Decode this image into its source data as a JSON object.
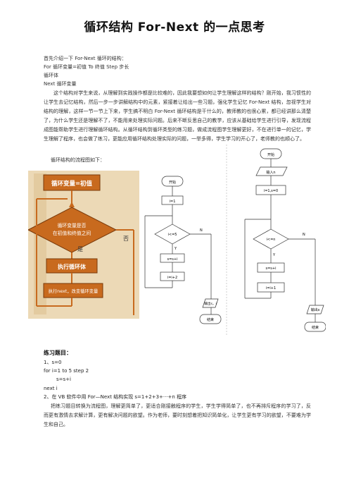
{
  "title": "循环结构 For-Next 的一点思考",
  "intro": {
    "l1": "首先介绍一下 For-Next 循环的结构：",
    "l2": "For  循环变量=初值  To  终值  Step  步长",
    "l3": "循环体",
    "l4": "Next  循环变量"
  },
  "paragraph1": "这个结构对学生来说，从理解到实践操作都是比较难的，因此我要想如何让学生理解这样的结构？刚开始，我习惯性的让学生去记忆结构，然后一步一步讲解结构中的元素，紧接着让给出一些习题，强化学生记忆 For-Next 结构，忽视学生对结构的理解，这样一节一节上下来，学生搞不明白 For-Next 循环结构是干什么的，教师教的也很心累，都已经讲那么清楚了，为什么学生还是理解不了，不能用来处理实际问题。后来不断反思自己的教学，应该从基础给学生进行引导，发现流程成图能帮助学生进行理解循环结构。从循环结构到循环类型的练习题，做成流程图学生理解更好，不在进行单一的记忆，学生理解了程序，也会做了练习，更能应用循环结构处理实际的问题，一举多得，学生学习的开心了，老师教的也顺心了。",
  "flow_caption": "循环结构的流程图如下：",
  "flow1": {
    "box1": "循环变量=初值",
    "diamond": "循环变量是否\n在初值和终值之间",
    "no": "否",
    "yes": "是",
    "box2": "执行循环体",
    "box3": "执行next，改变循环变量"
  },
  "flow2": {
    "start": "开始",
    "init": "i=1",
    "cond": "i<=5",
    "n": "N",
    "y": "Y",
    "body": "s=s+i",
    "step": "i=i+2",
    "out": "输出s，i",
    "end": "结束"
  },
  "flow3": {
    "start": "开始",
    "input": "输入n",
    "init": "i=1,s=0",
    "cond": "i<=n",
    "n": "N",
    "y": "Y",
    "body": "s=s+i",
    "step": "i=i+1",
    "out": "输出s",
    "end": "结束"
  },
  "exercise": {
    "title": "练习题目：",
    "c1": "1、s=0",
    "c2": "for i=1 to 5 step 2",
    "c3": "s=s+i",
    "c4": "next i",
    "c5": "2、在 VB 软件中用 For—Next 结构实现 s=1+2+3+···+n 程序",
    "p": "把练习题目转换为流程图，理解更简单了，更适合刚接触程序的学生，学生学得简单了，也不再排斥程序的学习了，反而更有激情去求解计算，更有解决问题的欲望。作为老师，要时刻想着把知识简单化，让学生更有学习的欲望，不要难为学生和自己。"
  }
}
